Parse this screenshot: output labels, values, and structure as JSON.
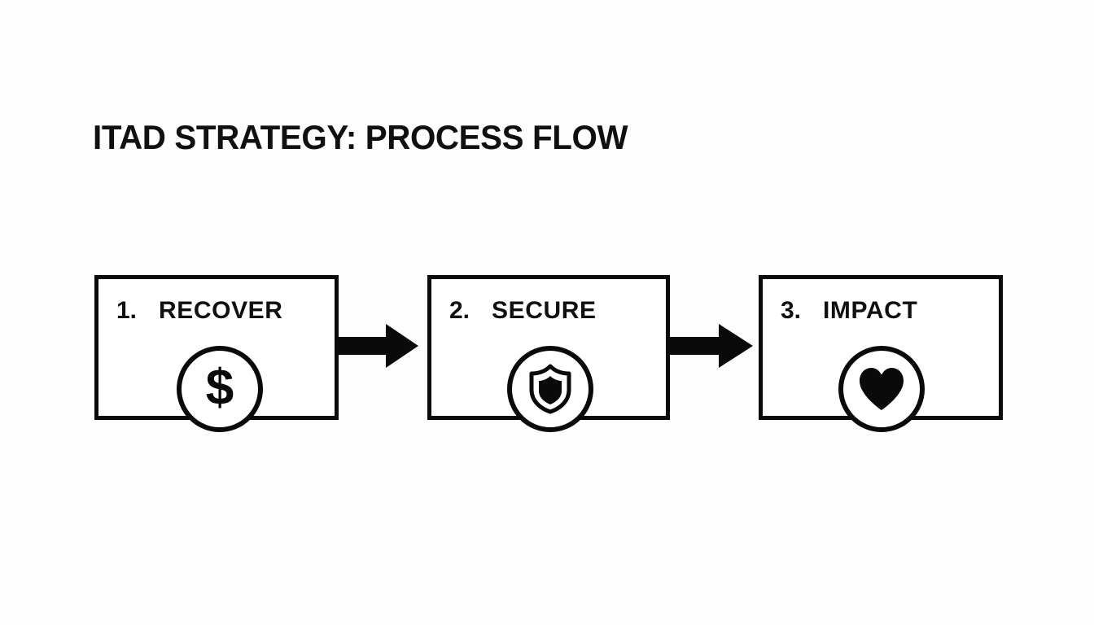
{
  "slide": {
    "title": "ITAD STRATEGY: PROCESS FLOW",
    "background_color": "#fdfdfd",
    "ink_color": "#0a0a0a"
  },
  "flow": {
    "steps": [
      {
        "number": "1.",
        "label": "RECOVER",
        "icon": "dollar-sign-icon",
        "icon_glyph": "$"
      },
      {
        "number": "2.",
        "label": "SECURE",
        "icon": "shield-icon",
        "icon_glyph": ""
      },
      {
        "number": "3.",
        "label": "IMPACT",
        "icon": "heart-icon",
        "icon_glyph": ""
      }
    ],
    "connectors": [
      {
        "name": "arrow-step1-to-step2",
        "direction": "right"
      },
      {
        "name": "arrow-step2-to-step3",
        "direction": "right"
      }
    ]
  }
}
